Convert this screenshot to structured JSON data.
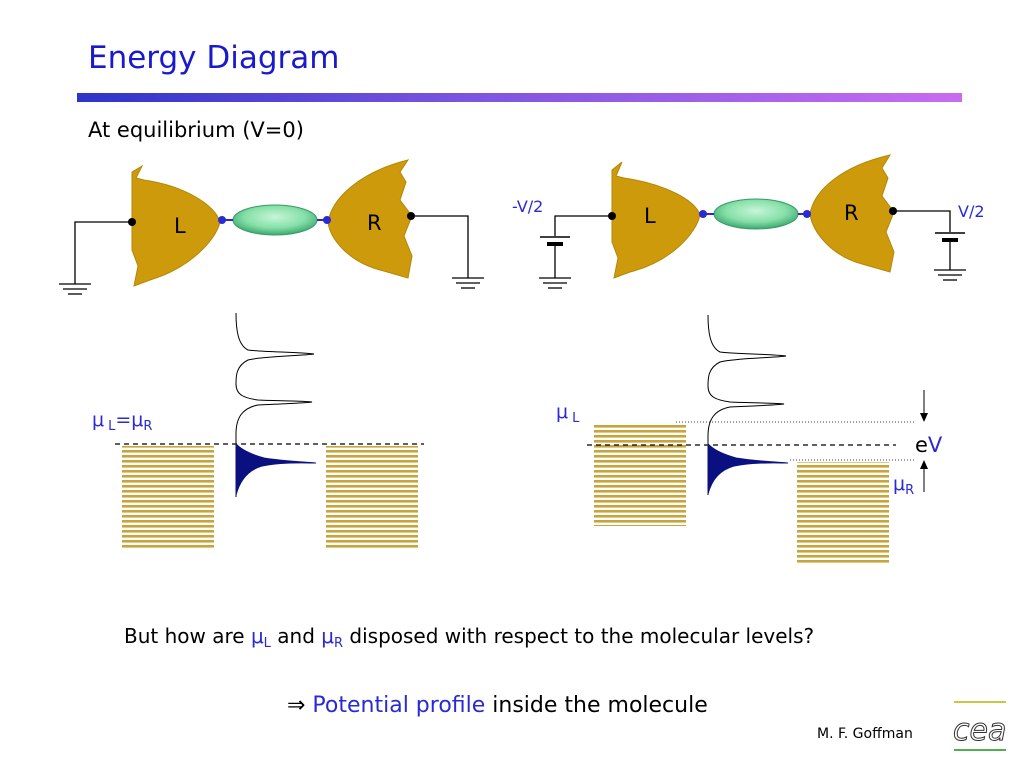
{
  "slide": {
    "title": "Energy Diagram",
    "subtitle": "At equilibrium (V=0)",
    "question": {
      "before": "But how are ",
      "mu": "μ",
      "sub_l": "L",
      "middle": " and ",
      "sub_r": "R",
      "after": " disposed with respect to the molecular levels?"
    },
    "conclusion": {
      "arrow": "⇒",
      "highlight": " Potential profile",
      "rest": " inside the molecule"
    },
    "author": "M. F. Goffman",
    "logo_text": "cea"
  },
  "circuit_left": {
    "lead_left": "L",
    "lead_right": "R"
  },
  "circuit_right": {
    "lead_left": "L",
    "lead_right": "R",
    "voltage_left": "-V/2",
    "voltage_right": "V/2"
  },
  "energy_left": {
    "mu": "μ",
    "sub_l": "L",
    "equals": "=μ",
    "sub_r": "R"
  },
  "energy_right": {
    "mu_l": "μ",
    "sub_l": "L",
    "ev_e": "e",
    "ev_v": "V",
    "mu_r": "μ",
    "sub_r": "R"
  },
  "colors": {
    "title": "#1a1acd",
    "label_blue": "#2a2ad4",
    "lead_gold": "#cc9a0a",
    "molecule_green": "#7fe0a0",
    "dos_fill": "#0a1080",
    "band_line": "#c8a43c"
  }
}
